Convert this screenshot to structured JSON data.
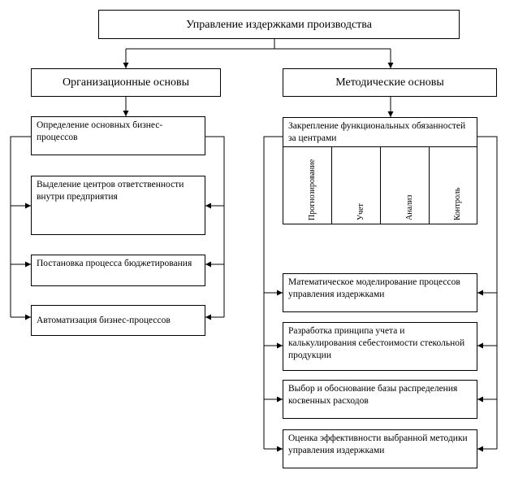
{
  "root": {
    "title": "Управление издержками производства"
  },
  "left": {
    "header": "Организационные основы",
    "items": [
      "Определение основных бизнес-процессов",
      "Выделение центров ответственности внутри предприятия",
      "Постановка процесса бюджетирования",
      "Автоматизация бизнес-процессов"
    ]
  },
  "right": {
    "header": "Методические основы",
    "assignment": {
      "title": "Закрепление функциональных обязанностей за центрами",
      "columns": [
        "Прогнозирование",
        "Учет",
        "Анализ",
        "Контроль"
      ]
    },
    "items": [
      "Математическое моделирование процессов управления издержками",
      "Разработка принципа учета и калькулирования себестоимости стекольной продукции",
      "Выбор и обоснование базы распределения косвенных расходов",
      "Оценка эффективности выбранной методики управления издержками"
    ]
  }
}
